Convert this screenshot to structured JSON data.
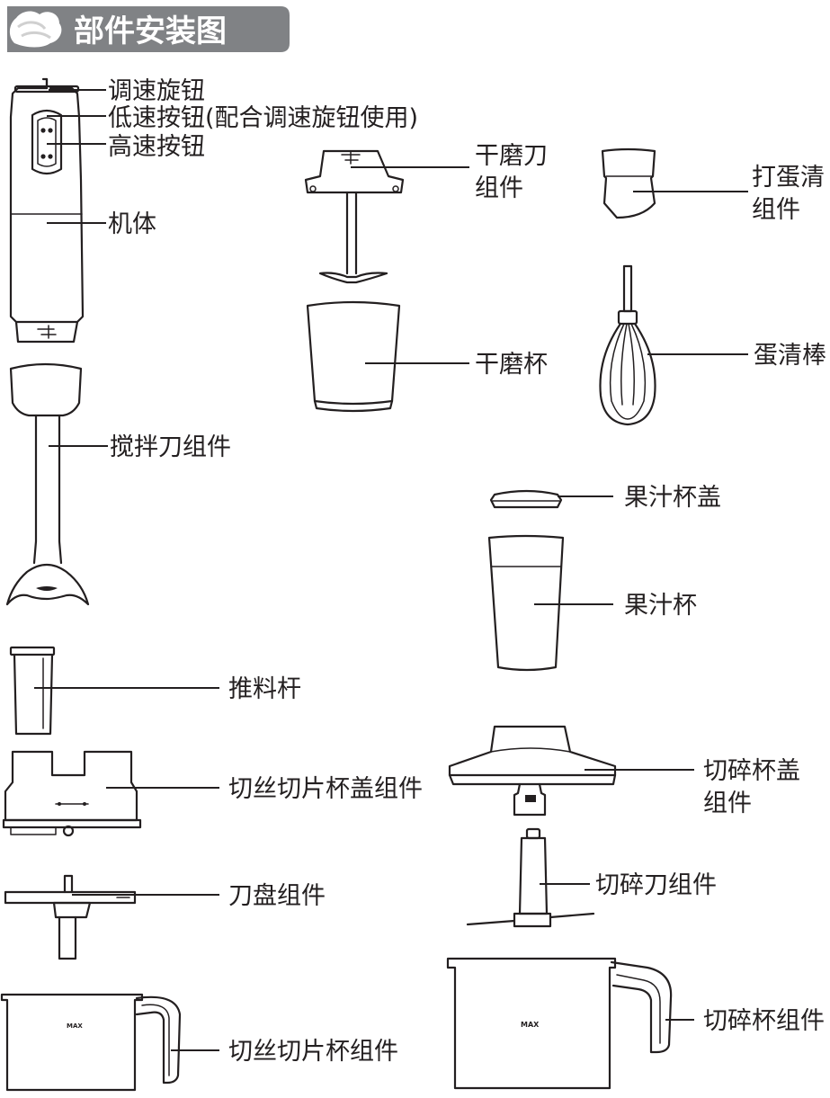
{
  "title": "部件安装图",
  "labels": {
    "speed_knob": "调速旋钮",
    "low_speed_button": "低速按钮(配合调速旋钮使用)",
    "high_speed_button": "高速按钮",
    "main_body": "机体",
    "blender_blade": "搅拌刀组件",
    "pusher": "推料杆",
    "slicer_lid": "切丝切片杯盖组件",
    "blade_disc": "刀盘组件",
    "slicer_cup": "切丝切片杯组件",
    "grinder_blade_l1": "干磨刀",
    "grinder_blade_l2": "组件",
    "grinder_cup": "干磨杯",
    "whisk_adapter_l1": "打蛋清",
    "whisk_adapter_l2": "组件",
    "whisk": "蛋清棒",
    "juice_lid": "果汁杯盖",
    "juice_cup": "果汁杯",
    "chopper_lid_l1": "切碎杯盖",
    "chopper_lid_l2": "组件",
    "chopper_blade": "切碎刀组件",
    "chopper_bowl": "切碎杯组件"
  },
  "markings": {
    "max_small": "MAX",
    "max_large": "MAX"
  }
}
